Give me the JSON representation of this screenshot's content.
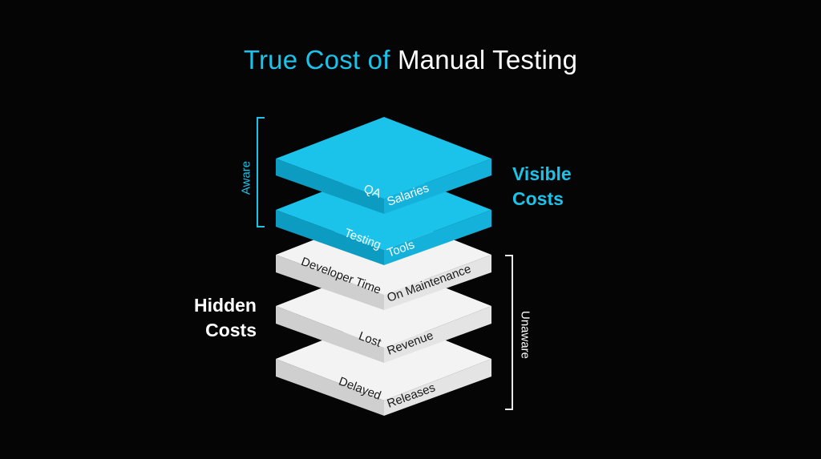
{
  "title": {
    "accent": "True Cost of",
    "rest": "Manual Testing"
  },
  "visible_costs": {
    "label_line1": "Visible",
    "label_line2": "Costs",
    "bracket_label": "Aware",
    "color": "#1bc3ea"
  },
  "hidden_costs": {
    "label_line1": "Hidden",
    "label_line2": "Costs",
    "bracket_label": "Unaware",
    "color": "#f2f2f2"
  },
  "layers": [
    {
      "left_text": "QA",
      "right_text": "Salaries",
      "group": "visible"
    },
    {
      "left_text": "Testing",
      "right_text": "Tools",
      "group": "visible"
    },
    {
      "left_text": "Developer Time",
      "right_text": "On Maintenance",
      "group": "hidden"
    },
    {
      "left_text": "Lost",
      "right_text": "Revenue",
      "group": "hidden"
    },
    {
      "left_text": "Delayed",
      "right_text": "Releases",
      "group": "hidden"
    }
  ]
}
